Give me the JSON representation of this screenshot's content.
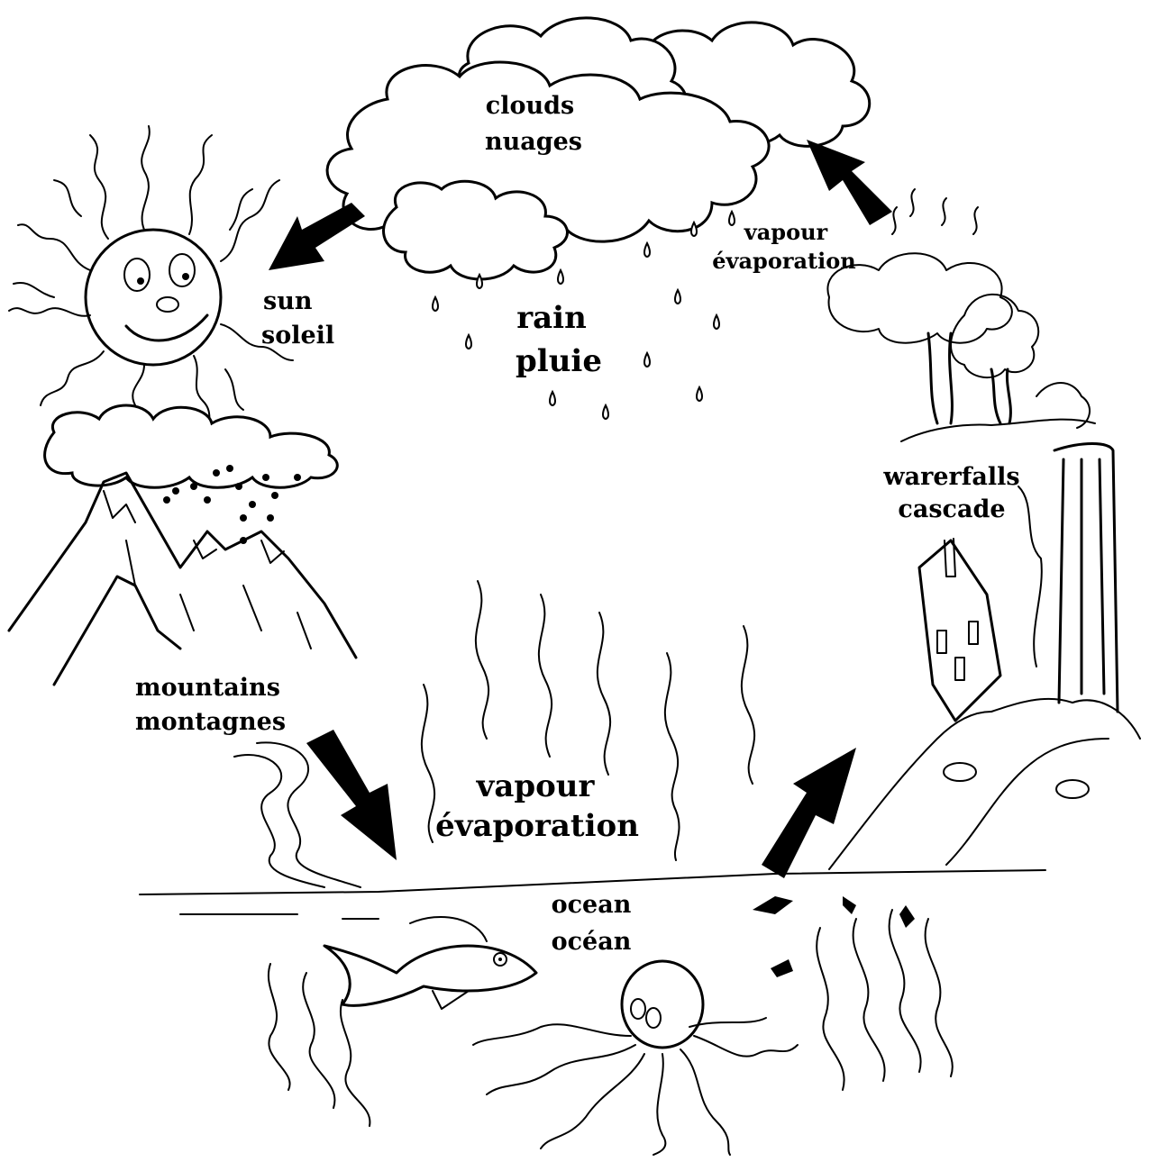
{
  "labels": {
    "clouds": {
      "en": "clouds",
      "fr": "nuages"
    },
    "sun": {
      "en": "sun",
      "fr": "soleil"
    },
    "rain": {
      "en": "rain",
      "fr": "pluie"
    },
    "vapour_trees": {
      "en": "vapour",
      "fr": "évaporation"
    },
    "waterfalls": {
      "en": "warerfalls",
      "fr": "cascade"
    },
    "mountains": {
      "en": "mountains",
      "fr": "montagnes"
    },
    "vapour_ocean": {
      "en": "vapour",
      "fr": "évaporation"
    },
    "ocean": {
      "en": "ocean",
      "fr": "océan"
    }
  }
}
